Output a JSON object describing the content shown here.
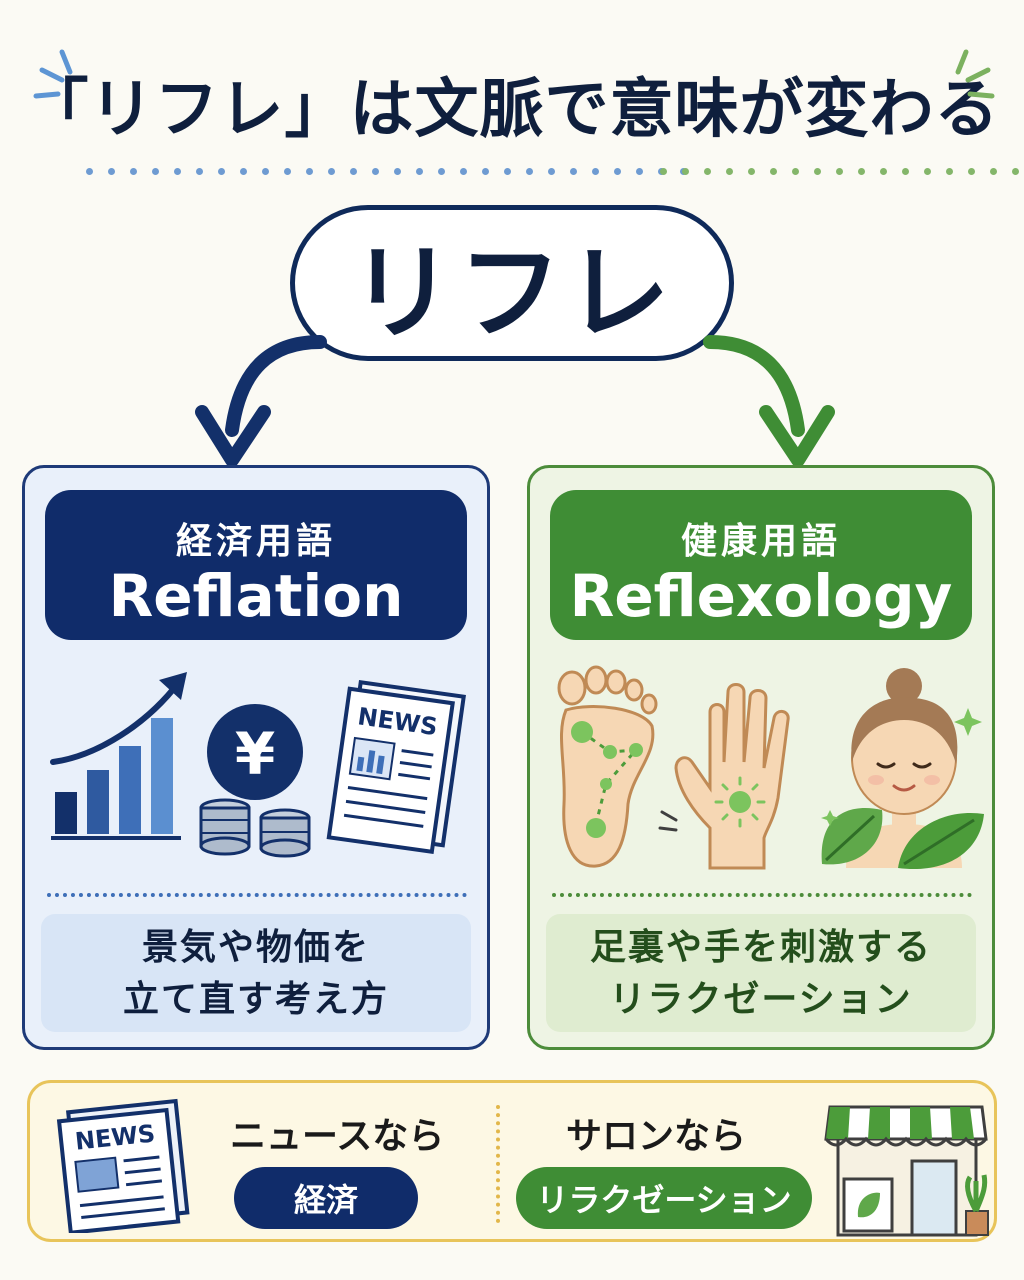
{
  "title": "「リフレ」は文脈で意味が変わる",
  "center_word": "リフレ",
  "left": {
    "category": "経済用語",
    "english": "Reflation",
    "desc_line1": "景気や物価を",
    "desc_line2": "立て直す考え方",
    "icons": [
      "bar-chart-rising-arrow",
      "yen-coin",
      "coin-stack",
      "newspaper"
    ],
    "news_label": "NEWS",
    "yen_symbol": "¥",
    "color": "#102c6a"
  },
  "right": {
    "category": "健康用語",
    "english": "Reflexology",
    "desc_line1": "足裏や手を刺激する",
    "desc_line2": "リラクゼーション",
    "icons": [
      "foot-sole",
      "hand-palm",
      "relaxed-woman",
      "leaf"
    ],
    "color": "#3f8d35"
  },
  "bottom": {
    "news_context": "ニュースなら",
    "news_meaning": "経済",
    "salon_context": "サロンなら",
    "salon_meaning": "リラクゼーション",
    "news_label": "NEWS",
    "icons": [
      "newspaper",
      "salon-storefront"
    ],
    "accent_color": "#e8c45a"
  }
}
